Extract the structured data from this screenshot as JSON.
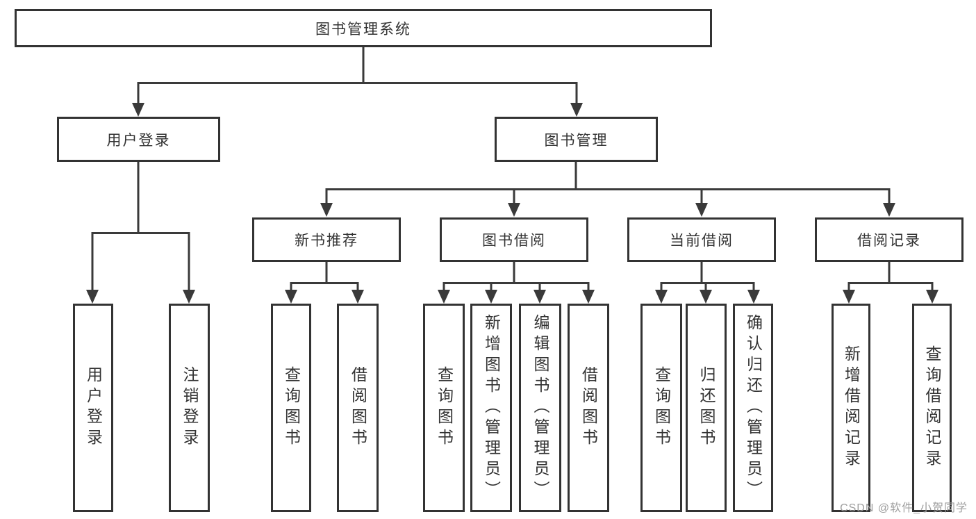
{
  "nodes": {
    "root": {
      "label": "图书管理系统"
    },
    "level2": [
      {
        "label": "用户登录"
      },
      {
        "label": "图书管理"
      }
    ],
    "level3": [
      {
        "label": "新书推荐"
      },
      {
        "label": "图书借阅"
      },
      {
        "label": "当前借阅"
      },
      {
        "label": "借阅记录"
      }
    ],
    "leaves": [
      {
        "label": "用户登录"
      },
      {
        "label": "注销登录"
      },
      {
        "label": "查询图书"
      },
      {
        "label": "借阅图书"
      },
      {
        "label": "查询图书"
      },
      {
        "label": "新增图书（管理员）"
      },
      {
        "label": "编辑图书（管理员）"
      },
      {
        "label": "借阅图书"
      },
      {
        "label": "查询图书"
      },
      {
        "label": "归还图书"
      },
      {
        "label": "确认归还（管理员）"
      },
      {
        "label": "新增借阅记录"
      },
      {
        "label": "查询借阅记录"
      }
    ]
  },
  "edges": [
    {
      "from": "图书管理系统",
      "to": "用户登录"
    },
    {
      "from": "图书管理系统",
      "to": "图书管理"
    },
    {
      "from": "用户登录",
      "to": "用户登录"
    },
    {
      "from": "用户登录",
      "to": "注销登录"
    },
    {
      "from": "图书管理",
      "to": "新书推荐"
    },
    {
      "from": "图书管理",
      "to": "图书借阅"
    },
    {
      "from": "图书管理",
      "to": "当前借阅"
    },
    {
      "from": "图书管理",
      "to": "借阅记录"
    },
    {
      "from": "新书推荐",
      "to": "查询图书"
    },
    {
      "from": "新书推荐",
      "to": "借阅图书"
    },
    {
      "from": "图书借阅",
      "to": "查询图书"
    },
    {
      "from": "图书借阅",
      "to": "新增图书（管理员）"
    },
    {
      "from": "图书借阅",
      "to": "编辑图书（管理员）"
    },
    {
      "from": "图书借阅",
      "to": "借阅图书"
    },
    {
      "from": "当前借阅",
      "to": "查询图书"
    },
    {
      "from": "当前借阅",
      "to": "归还图书"
    },
    {
      "from": "当前借阅",
      "to": "确认归还（管理员）"
    },
    {
      "from": "借阅记录",
      "to": "新增借阅记录"
    },
    {
      "from": "借阅记录",
      "to": "查询借阅记录"
    }
  ],
  "watermark": {
    "text": "CSDN @软件_小贺同学"
  },
  "colors": {
    "line": "#3a3a3a",
    "border": "#333333",
    "text": "#333333",
    "watermark": "#9e9e9e",
    "background": "#ffffff"
  }
}
